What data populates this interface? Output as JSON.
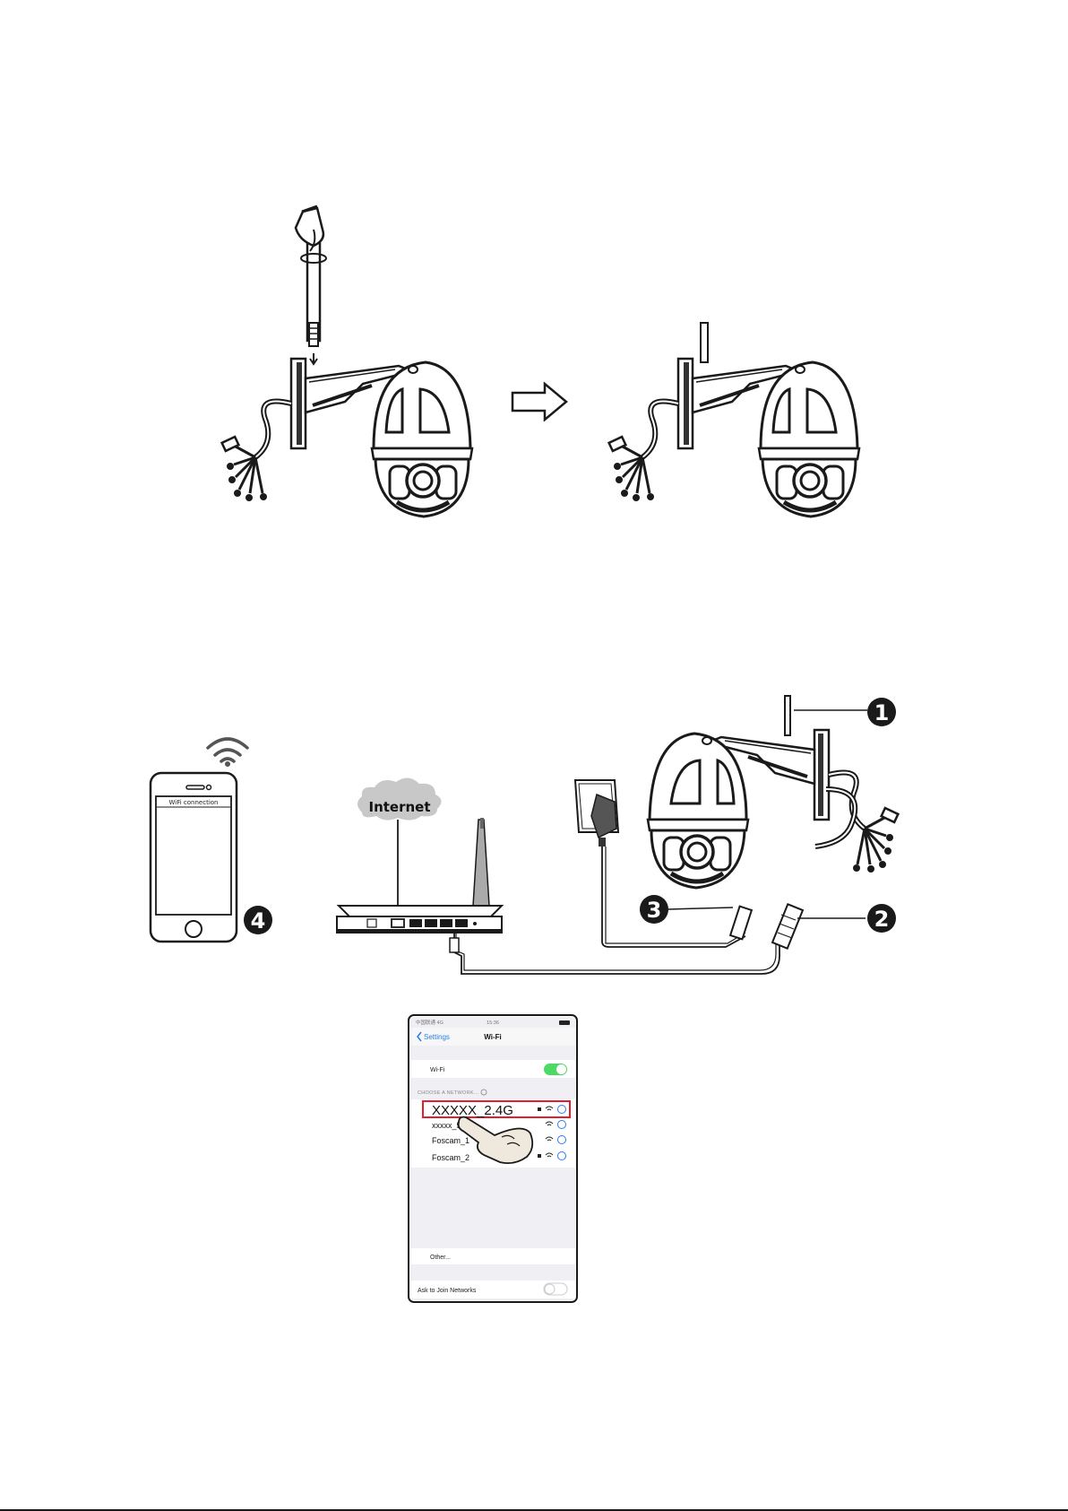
{
  "step1": {
    "arrow": "right-arrow"
  },
  "step2": {
    "phone": {
      "screen_title": "WiFi connection"
    },
    "cloud_label": "Internet",
    "badges": [
      "1",
      "2",
      "3",
      "4"
    ]
  },
  "wifi_screen": {
    "status_carrier": "中国联通 4G",
    "status_time": "15:36",
    "back_label": "Settings",
    "title": "Wi-Fi",
    "wifi_row_label": "Wi-Fi",
    "wifi_toggle_on": true,
    "section_header": "CHOOSE A NETWORK...",
    "networks": [
      {
        "name": "XXXXX_2.4G",
        "locked": true,
        "highlighted": true
      },
      {
        "name": "xxxxx_5G",
        "locked": false,
        "highlighted": false
      },
      {
        "name": "Foscam_1",
        "locked": false,
        "highlighted": false
      },
      {
        "name": "Foscam_2",
        "locked": true,
        "highlighted": false
      }
    ],
    "other_label": "Other...",
    "ask_label": "Ask to Join Networks",
    "ask_toggle_on": false
  },
  "colors": {
    "line": "#1a1a1a",
    "highlight": "#e0202e",
    "toggle_on": "#4cd964",
    "cloud": "#c8c8c8",
    "ios_link": "#2b7de9"
  }
}
